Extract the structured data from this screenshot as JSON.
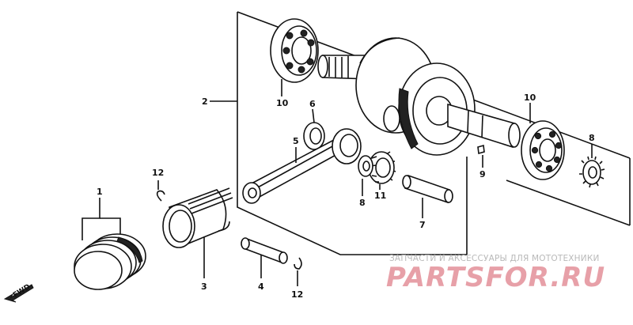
{
  "callouts": {
    "c1": "1",
    "c2": "2",
    "c3": "3",
    "c4": "4",
    "c5": "5",
    "c6": "6",
    "c7": "7",
    "c8a": "8",
    "c8b": "8",
    "c9": "9",
    "c10a": "10",
    "c10b": "10",
    "c11": "11",
    "c12a": "12",
    "c12b": "12"
  },
  "direction": "FWD",
  "watermark": {
    "tagline": "ЗАПЧАСТИ И АКСЕССУАРЫ ДЛЯ МОТОТЕХНИКИ",
    "brand": "PARTSFOR.RU"
  },
  "colors": {
    "ink": "#111111",
    "watermark_brand": "#e7a0a8",
    "watermark_text": "#b9b9b9"
  }
}
